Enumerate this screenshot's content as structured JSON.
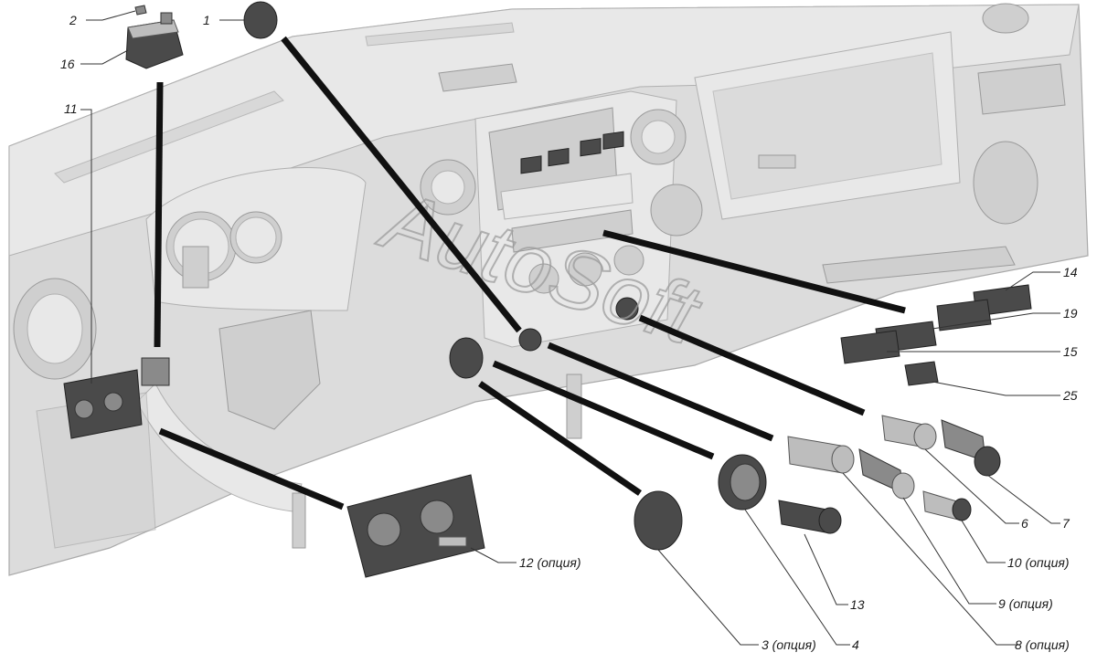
{
  "watermark": "AutoSoft",
  "callouts": {
    "c1": "1",
    "c2": "2",
    "c16": "16",
    "c11": "11",
    "c14": "14",
    "c19": "19",
    "c15": "15",
    "c25": "25",
    "c6": "6",
    "c7": "7",
    "c10": "10 (опция)",
    "c9": "9 (опция)",
    "c8": "8 (опция)",
    "c4": "4",
    "c3": "3 (опция)",
    "c13": "13",
    "c12": "12 (опция)"
  },
  "icons": {
    "dashboard": "dashboard-illustration-icon",
    "cap": "plug-cap-icon",
    "relay": "relay-block-icon",
    "switch": "rocker-switch-icon",
    "socket": "power-socket-icon",
    "light-switch": "light-switch-unit-icon"
  }
}
